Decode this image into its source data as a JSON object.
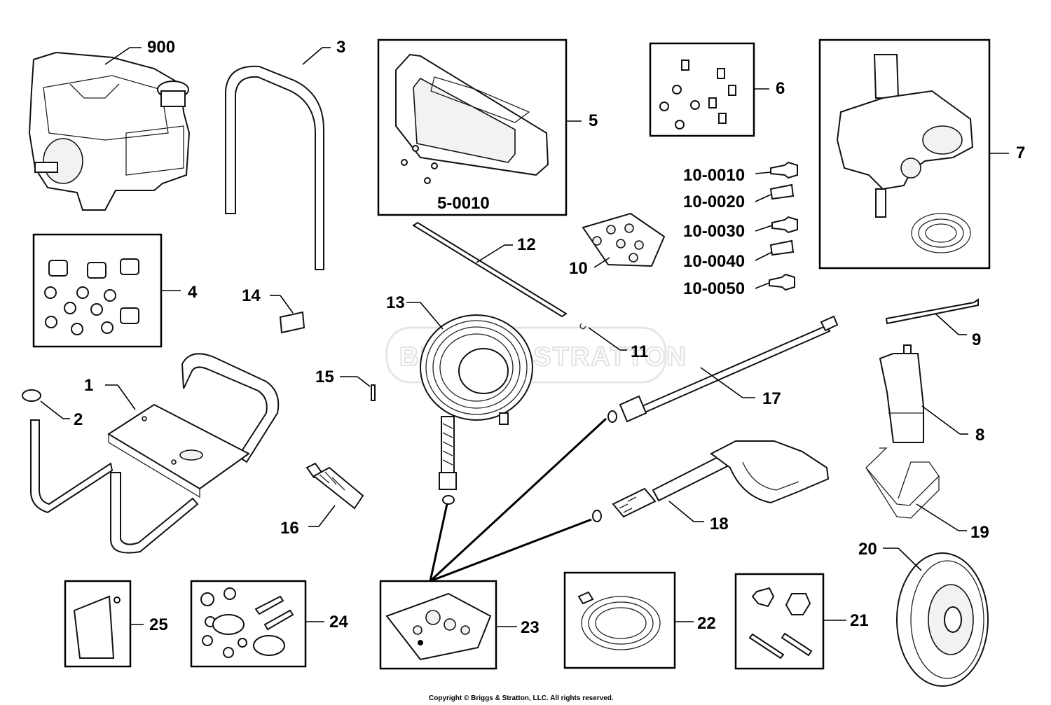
{
  "callouts": {
    "c900": "900",
    "c3": "3",
    "c5": "5",
    "c5_0010": "5-0010",
    "c6": "6",
    "c7": "7",
    "c4": "4",
    "c14": "14",
    "c12": "12",
    "c10": "10",
    "c10_0010": "10-0010",
    "c10_0020": "10-0020",
    "c10_0030": "10-0030",
    "c10_0040": "10-0040",
    "c10_0050": "10-0050",
    "c13": "13",
    "c11": "11",
    "c9": "9",
    "c1": "1",
    "c2": "2",
    "c15": "15",
    "c17": "17",
    "c8": "8",
    "c16": "16",
    "c18": "18",
    "c19": "19",
    "c20": "20",
    "c25": "25",
    "c24": "24",
    "c23": "23",
    "c22": "22",
    "c21": "21"
  },
  "watermark": "BRIGGS&STRATTON",
  "copyright": "Copyright © Briggs & Stratton, LLC. All rights reserved."
}
